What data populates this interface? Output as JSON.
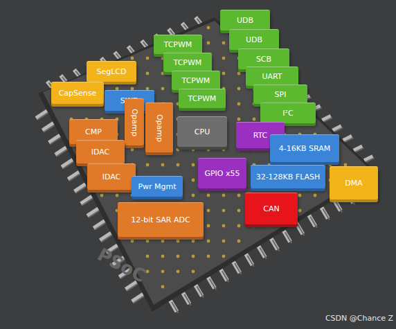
{
  "diagram": {
    "nodes": [
      {
        "text": [
          "UDB"
        ]
      },
      {
        "text": [
          "UDB"
        ]
      },
      {
        "text": [
          "TCPWM"
        ]
      },
      {
        "text": [
          "SegLCD"
        ]
      },
      {
        "text": [
          "TCPWM"
        ]
      },
      {
        "text": [
          "SCB"
        ]
      },
      {
        "text": [
          "TCPWM"
        ]
      },
      {
        "text": [
          "UART"
        ]
      },
      {
        "text": [
          "CapSense"
        ]
      },
      {
        "text": [
          "SWD"
        ]
      },
      {
        "text": [
          "TCPWM"
        ]
      },
      {
        "text": [
          "SPI"
        ]
      },
      {
        "text": [
          "I²C"
        ]
      },
      {
        "text": [
          "Opamp"
        ]
      },
      {
        "text": [
          "Opamp"
        ]
      },
      {
        "text": [
          "CMP"
        ]
      },
      {
        "text": [
          "CPU"
        ]
      },
      {
        "text": [
          "RTC"
        ]
      },
      {
        "text": [
          "IDAC"
        ]
      },
      {
        "text": [
          "4-16KB SRAM"
        ]
      },
      {
        "text": [
          "IDAC"
        ]
      },
      {
        "text": [
          "GPIO x55"
        ]
      },
      {
        "text": [
          "32-128KB FLASH"
        ]
      },
      {
        "text": [
          "DMA"
        ]
      },
      {
        "text": [
          "Pwr Mgmt"
        ]
      },
      {
        "text": [
          "CAN"
        ]
      },
      {
        "text": [
          "12-bit SAR ADC"
        ]
      }
    ],
    "labels": [
      "PSoC",
      "CSDN @Chance Z"
    ]
  }
}
